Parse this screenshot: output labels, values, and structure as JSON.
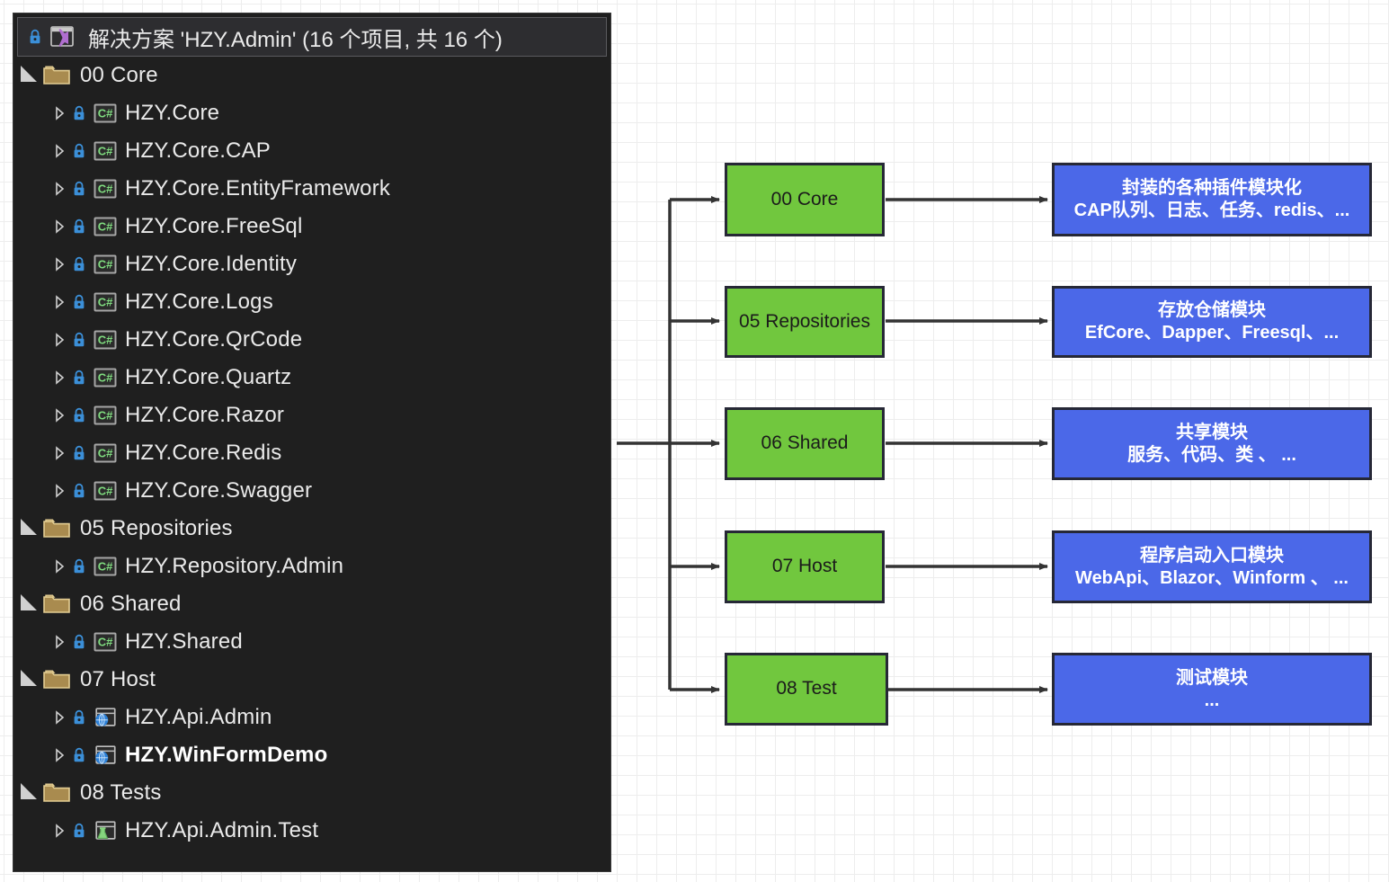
{
  "solution_explorer": {
    "header": {
      "icon": "solution-icon",
      "lock_icon": "lock-icon",
      "title": "解决方案 'HZY.Admin' (16 个项目, 共 16 个)"
    },
    "items": [
      {
        "label": "00 Core",
        "icon": "folder-icon",
        "indent": 0,
        "expander": "open",
        "bold": false
      },
      {
        "label": "HZY.Core",
        "icon": "csharp-icon",
        "indent": 1,
        "expander": "closed",
        "bold": false
      },
      {
        "label": "HZY.Core.CAP",
        "icon": "csharp-icon",
        "indent": 1,
        "expander": "closed",
        "bold": false
      },
      {
        "label": "HZY.Core.EntityFramework",
        "icon": "csharp-icon",
        "indent": 1,
        "expander": "closed",
        "bold": false
      },
      {
        "label": "HZY.Core.FreeSql",
        "icon": "csharp-icon",
        "indent": 1,
        "expander": "closed",
        "bold": false
      },
      {
        "label": "HZY.Core.Identity",
        "icon": "csharp-icon",
        "indent": 1,
        "expander": "closed",
        "bold": false
      },
      {
        "label": "HZY.Core.Logs",
        "icon": "csharp-icon",
        "indent": 1,
        "expander": "closed",
        "bold": false
      },
      {
        "label": "HZY.Core.QrCode",
        "icon": "csharp-icon",
        "indent": 1,
        "expander": "closed",
        "bold": false
      },
      {
        "label": "HZY.Core.Quartz",
        "icon": "csharp-icon",
        "indent": 1,
        "expander": "closed",
        "bold": false
      },
      {
        "label": "HZY.Core.Razor",
        "icon": "csharp-icon",
        "indent": 1,
        "expander": "closed",
        "bold": false
      },
      {
        "label": "HZY.Core.Redis",
        "icon": "csharp-icon",
        "indent": 1,
        "expander": "closed",
        "bold": false
      },
      {
        "label": "HZY.Core.Swagger",
        "icon": "csharp-icon",
        "indent": 1,
        "expander": "closed",
        "bold": false
      },
      {
        "label": "05 Repositories",
        "icon": "folder-icon",
        "indent": 0,
        "expander": "open",
        "bold": false
      },
      {
        "label": "HZY.Repository.Admin",
        "icon": "csharp-icon",
        "indent": 1,
        "expander": "closed",
        "bold": false
      },
      {
        "label": "06 Shared",
        "icon": "folder-icon",
        "indent": 0,
        "expander": "open",
        "bold": false
      },
      {
        "label": "HZY.Shared",
        "icon": "csharp-icon",
        "indent": 1,
        "expander": "closed",
        "bold": false
      },
      {
        "label": "07 Host",
        "icon": "folder-icon",
        "indent": 0,
        "expander": "open",
        "bold": false
      },
      {
        "label": "HZY.Api.Admin",
        "icon": "web-project-icon",
        "indent": 1,
        "expander": "closed",
        "bold": false
      },
      {
        "label": "HZY.WinFormDemo",
        "icon": "web-project-icon",
        "indent": 1,
        "expander": "closed",
        "bold": true
      },
      {
        "label": "08 Tests",
        "icon": "folder-icon",
        "indent": 0,
        "expander": "open",
        "bold": false
      },
      {
        "label": "HZY.Api.Admin.Test",
        "icon": "test-project-icon",
        "indent": 1,
        "expander": "closed",
        "bold": false
      }
    ]
  },
  "diagram": {
    "colors": {
      "green_fill": "#71C73E",
      "blue_fill": "#4B68E8",
      "border": "#262836",
      "connector": "#333333"
    },
    "modules": [
      {
        "name": "00 Core",
        "desc_line1": "封装的各种插件模块化",
        "desc_line2": "CAP队列、日志、任务、redis、..."
      },
      {
        "name": "05 Repositories",
        "desc_line1": "存放仓储模块",
        "desc_line2": "EfCore、Dapper、Freesql、..."
      },
      {
        "name": "06 Shared",
        "desc_line1": "共享模块",
        "desc_line2": "服务、代码、类 、 ..."
      },
      {
        "name": "07 Host",
        "desc_line1": "程序启动入口模块",
        "desc_line2": "WebApi、Blazor、Winform 、  ..."
      },
      {
        "name": "08 Test",
        "desc_line1": "测试模块",
        "desc_line2": "..."
      }
    ]
  }
}
